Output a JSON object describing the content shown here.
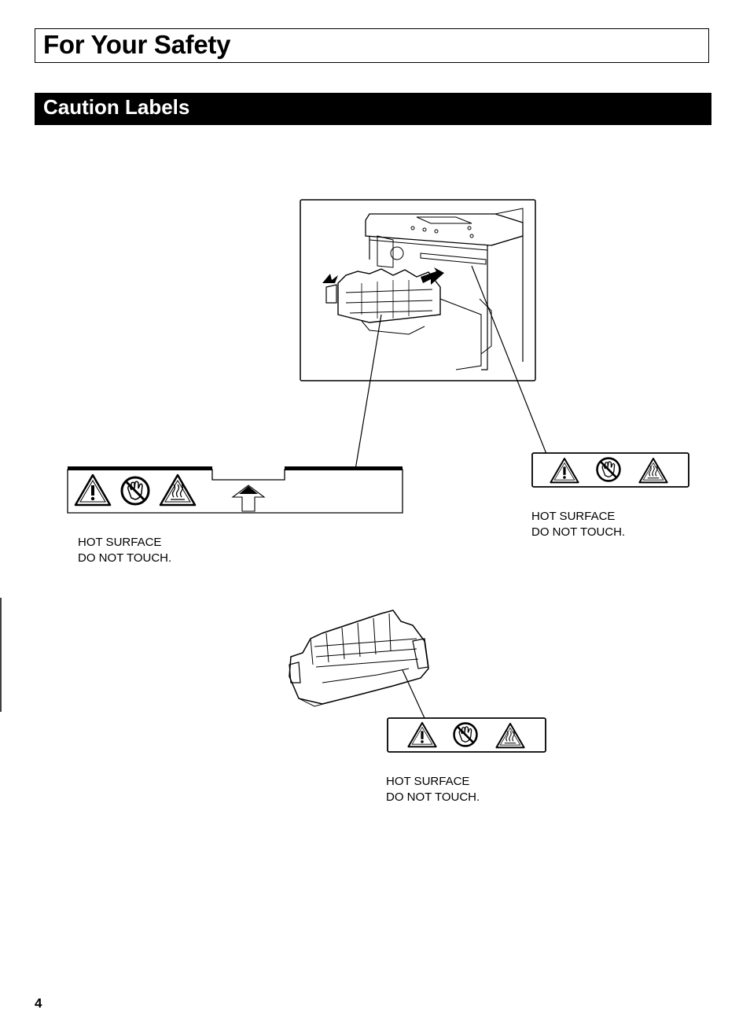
{
  "header": {
    "title": "For Your Safety"
  },
  "section": {
    "title": "Caution Labels"
  },
  "labels": [
    {
      "line1": "HOT SURFACE",
      "line2": "DO NOT TOUCH."
    },
    {
      "line1": "HOT SURFACE",
      "line2": "DO NOT TOUCH."
    },
    {
      "line1": "HOT SURFACE",
      "line2": "DO NOT TOUCH."
    }
  ],
  "footer": {
    "page_number": "4"
  }
}
